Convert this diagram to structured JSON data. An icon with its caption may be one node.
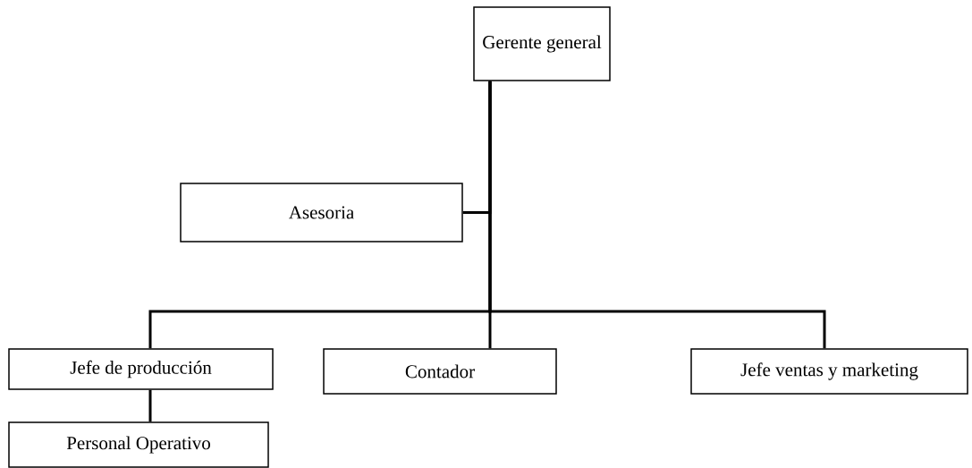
{
  "diagram": {
    "nodes": [
      {
        "text": [
          "Gerente general"
        ]
      },
      {
        "text": [
          "Asesoria"
        ]
      },
      {
        "text": [
          "Jefe de producción"
        ]
      },
      {
        "text": [
          "Contador"
        ]
      },
      {
        "text": [
          "Jefe ventas y marketing"
        ]
      },
      {
        "text": [
          "Personal Operativo"
        ]
      }
    ],
    "edges": [
      {
        "from": 0,
        "to": 1,
        "arrow": "none"
      },
      {
        "from": 0,
        "to": 2,
        "arrow": "none"
      },
      {
        "from": 0,
        "to": 3,
        "arrow": "none"
      },
      {
        "from": 0,
        "to": 4,
        "arrow": "none"
      },
      {
        "from": 2,
        "to": 5,
        "arrow": "none"
      }
    ]
  }
}
